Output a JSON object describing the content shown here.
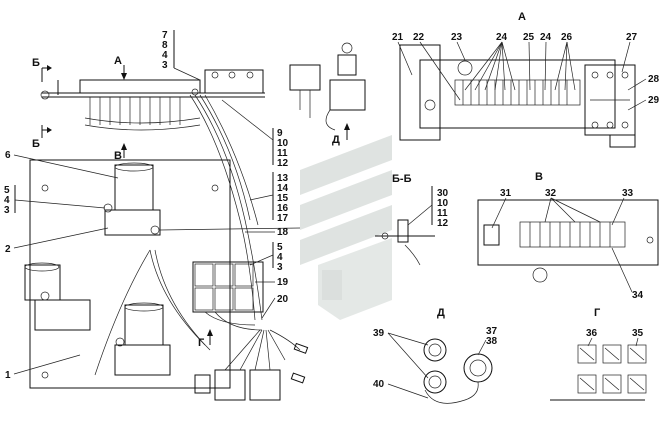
{
  "views": {
    "top_left": [
      "Б",
      "Б"
    ],
    "arrows_main": [
      "А",
      "В",
      "Г",
      "Д"
    ],
    "section_bb": "Б-Б",
    "view_a": "А",
    "view_v": "В",
    "view_d": "Д",
    "view_g": "Г"
  },
  "labels": {
    "l1": "1",
    "l2": "2",
    "l3": "3",
    "l4": "4",
    "l5": "5",
    "l6": "6",
    "stack_top": [
      "7",
      "8",
      "4",
      "3"
    ],
    "stack_right": [
      "9",
      "10",
      "11",
      "12"
    ],
    "stack_mid": [
      "13",
      "14",
      "15",
      "16",
      "17"
    ],
    "l18": "18",
    "stack_18": [
      "5",
      "4",
      "3"
    ],
    "l19": "19",
    "l20": "20",
    "stack_left": [
      "5",
      "4",
      "3"
    ],
    "view_a_nums": [
      "21",
      "22",
      "23",
      "24",
      "25",
      "24",
      "26",
      "27",
      "28",
      "29"
    ],
    "stack_bb": [
      "30",
      "10",
      "11",
      "12"
    ],
    "view_v_nums": [
      "31",
      "32",
      "33",
      "34"
    ],
    "view_d_nums": [
      "39",
      "37",
      "38",
      "40"
    ],
    "view_g_nums": [
      "36",
      "35"
    ]
  },
  "colors": {
    "line": "#111111",
    "watermark": "#a9b3ae"
  }
}
